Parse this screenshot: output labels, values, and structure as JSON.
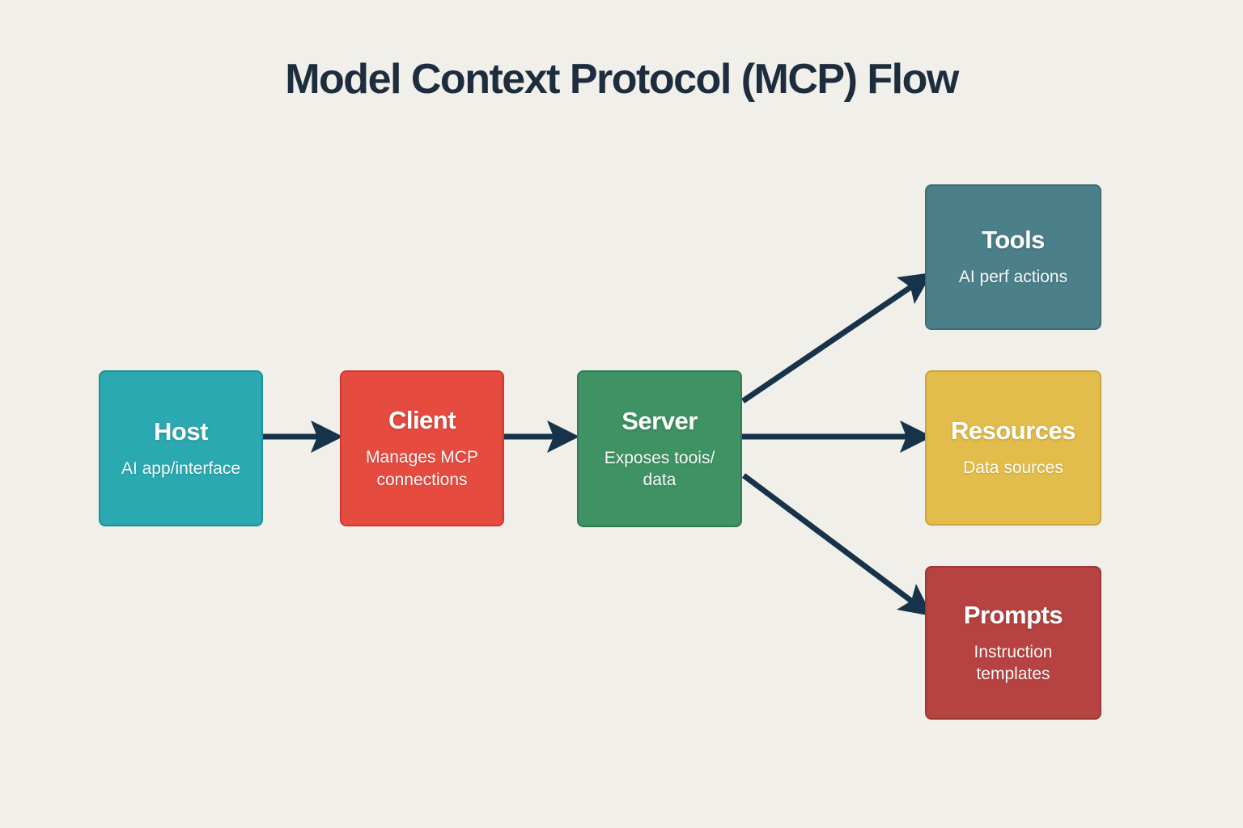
{
  "title": "Model Context Protocol (MCP) Flow",
  "colors": {
    "background": "#f0efe9",
    "title": "#1e2d3d",
    "arrow": "#16334a"
  },
  "nodes": [
    {
      "id": "host",
      "label": "Host",
      "sublabel": "AI app/interface",
      "fill": "#2aa9b0",
      "border": "#1f9097"
    },
    {
      "id": "client",
      "label": "Client",
      "sublabel": "Manages MCP\nconnections",
      "fill": "#e64b40",
      "border": "#ce3a30"
    },
    {
      "id": "server",
      "label": "Server",
      "sublabel": "Exposes toois/\ndata",
      "fill": "#3e9263",
      "border": "#327a51"
    },
    {
      "id": "tools",
      "label": "Tools",
      "sublabel": "AI perf actions",
      "fill": "#4b7f89",
      "border": "#3e6b74"
    },
    {
      "id": "resources",
      "label": "Resources",
      "sublabel": "Data sources",
      "fill": "#e2bd4b",
      "border": "#cba43a"
    },
    {
      "id": "prompts",
      "label": "Prompts",
      "sublabel": "Instruction\ntemplates",
      "fill": "#b64341",
      "border": "#9d3734"
    }
  ],
  "edges": [
    {
      "from": "host",
      "to": "client"
    },
    {
      "from": "client",
      "to": "server"
    },
    {
      "from": "server",
      "to": "tools"
    },
    {
      "from": "server",
      "to": "resources"
    },
    {
      "from": "server",
      "to": "prompts"
    }
  ]
}
